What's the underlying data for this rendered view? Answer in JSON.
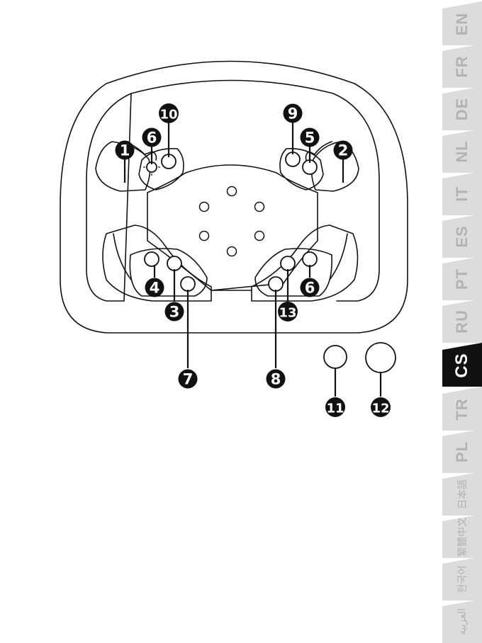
{
  "language_tabs": [
    {
      "code": "EN",
      "active": false
    },
    {
      "code": "FR",
      "active": false
    },
    {
      "code": "DE",
      "active": false
    },
    {
      "code": "NL",
      "active": false
    },
    {
      "code": "IT",
      "active": false
    },
    {
      "code": "ES",
      "active": false
    },
    {
      "code": "PT",
      "active": false
    },
    {
      "code": "RU",
      "active": false
    },
    {
      "code": "CS",
      "active": true
    },
    {
      "code": "TR",
      "active": false
    },
    {
      "code": "PL",
      "active": false
    },
    {
      "code": "日本語",
      "active": false
    },
    {
      "code": "繁體中文",
      "active": false
    },
    {
      "code": "한국어",
      "active": false
    },
    {
      "code": "العربية",
      "active": false
    }
  ],
  "callouts": {
    "c1": "1",
    "c2": "2",
    "c3": "3",
    "c4": "4",
    "c5": "5",
    "c6_top": "6",
    "c6_bottom": "6",
    "c7": "7",
    "c8": "8",
    "c9": "9",
    "c10": "10",
    "c11": "11",
    "c12": "12",
    "c13": "13"
  },
  "colors": {
    "ink": "#111111",
    "tab_inactive": "#dcdcdc",
    "tab_text": "#b3b3b3",
    "tab_active": "#111111"
  }
}
